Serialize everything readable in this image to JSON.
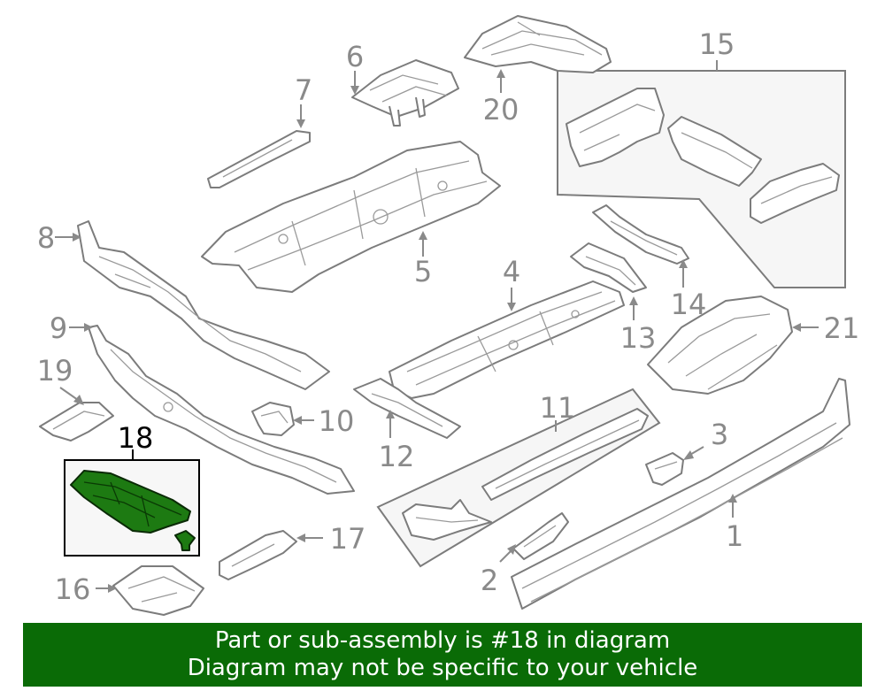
{
  "callouts": {
    "c1": "1",
    "c2": "2",
    "c3": "3",
    "c4": "4",
    "c5": "5",
    "c6": "6",
    "c7": "7",
    "c8": "8",
    "c9": "9",
    "c10": "10",
    "c11": "11",
    "c12": "12",
    "c13": "13",
    "c14": "14",
    "c15": "15",
    "c16": "16",
    "c17": "17",
    "c18": "18",
    "c19": "19",
    "c20": "20",
    "c21": "21"
  },
  "highlighted_part": "18",
  "colors": {
    "highlight": "#1d7a12",
    "banner": "#0a6b06",
    "callout": "#8a8a8a"
  },
  "banner": {
    "line1": "Part or sub-assembly is #18 in diagram",
    "line2": "Diagram may not be specific to your vehicle"
  }
}
